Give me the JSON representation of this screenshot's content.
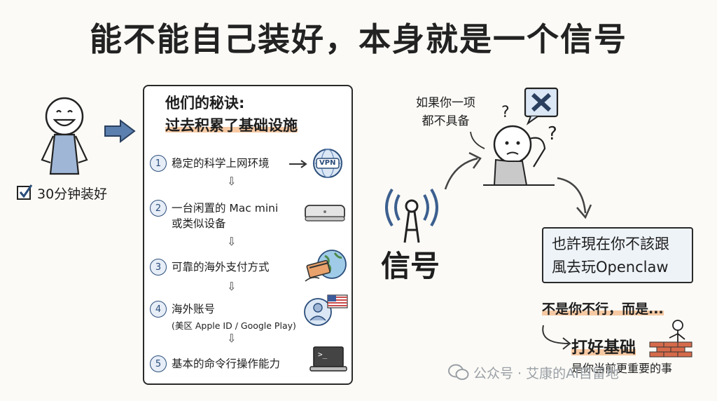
{
  "title": "能不能自己装好，本身就是一个信号",
  "left": {
    "checkbox_label": "30分钟装好"
  },
  "card": {
    "heading_line1": "他们的秘诀:",
    "heading_line2": "过去积累了基础设施",
    "steps": [
      {
        "num": "1",
        "text": "稳定的科学上网环境",
        "badge": "VPN"
      },
      {
        "num": "2",
        "text": "一台闲置的 Mac mini",
        "text2": "或类似设备"
      },
      {
        "num": "3",
        "text": "可靠的海外支付方式"
      },
      {
        "num": "4",
        "text": "海外账号",
        "sub": "(美区 Apple ID / Google Play)"
      },
      {
        "num": "5",
        "text": "基本的命令行操作能力",
        "terminal": ">_"
      }
    ]
  },
  "middle": {
    "signal_label": "信号"
  },
  "right": {
    "thought_line1": "如果你一项",
    "thought_line2": "都不具备",
    "box_line1": "也許現在你不該跟",
    "box_line2": "風去玩Openclaw",
    "not_you": "不是你不行，而是...",
    "foundation": "打好基础",
    "foundation_sub": "是你当前更重要的事"
  },
  "watermark": "公众号 · 艾康的AI自留地"
}
